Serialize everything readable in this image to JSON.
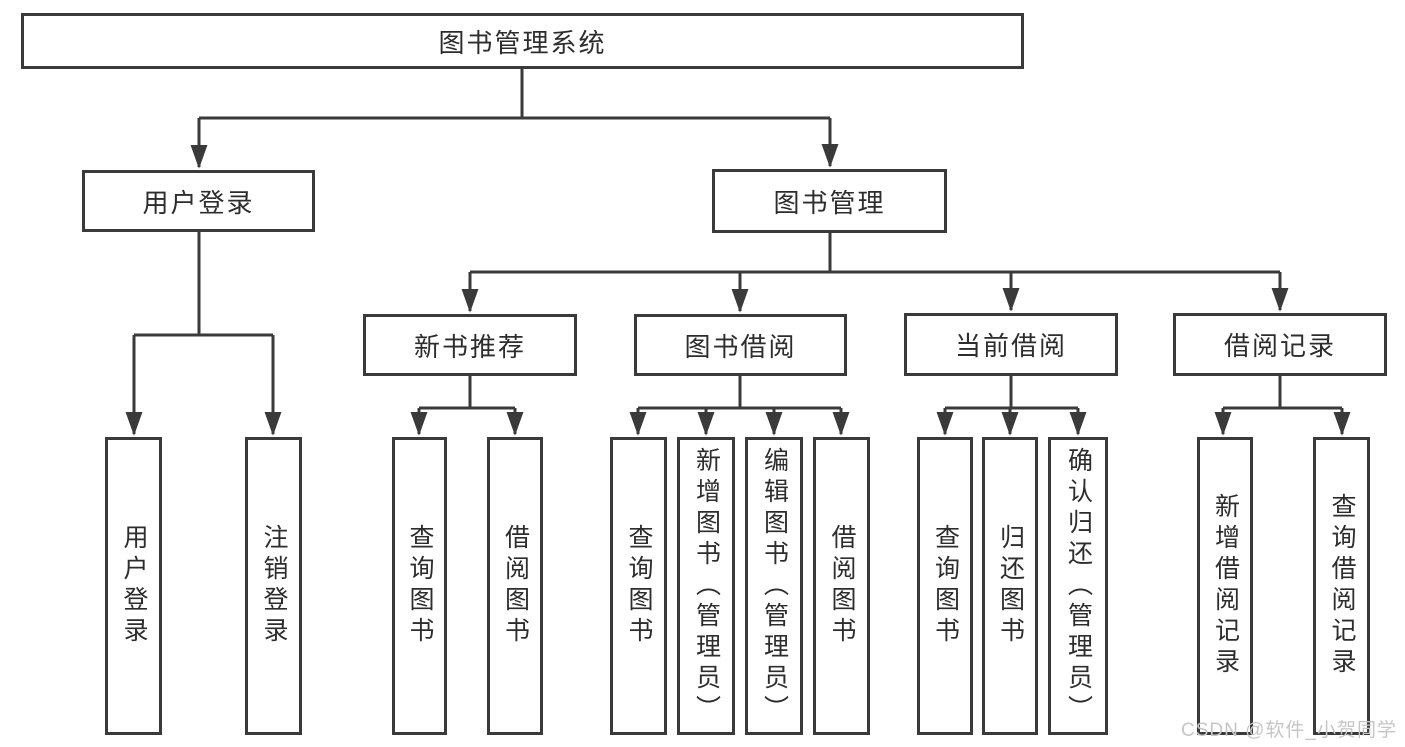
{
  "colors": {
    "line": "#3a3a3a",
    "box_border": "#3a3a3a",
    "box_fill": "#ffffff",
    "text": "#2d2d2d",
    "background": "#ffffff",
    "watermark": "#c6c6c6"
  },
  "watermark": {
    "text": "CSDN @软件_小贺同学"
  },
  "tree": {
    "root": {
      "label": "图书管理系统"
    },
    "login": {
      "label": "用户登录",
      "children": [
        {
          "label": "用户登录"
        },
        {
          "label": "注销登录"
        }
      ]
    },
    "management": {
      "label": "图书管理",
      "children": [
        {
          "label": "新书推荐",
          "children": [
            {
              "label": "查询图书"
            },
            {
              "label": "借阅图书"
            }
          ]
        },
        {
          "label": "图书借阅",
          "children": [
            {
              "label": "查询图书"
            },
            {
              "label": "新增图书（管理员）"
            },
            {
              "label": "编辑图书（管理员）"
            },
            {
              "label": "借阅图书"
            }
          ]
        },
        {
          "label": "当前借阅",
          "children": [
            {
              "label": "查询图书"
            },
            {
              "label": "归还图书"
            },
            {
              "label": "确认归还（管理员）"
            }
          ]
        },
        {
          "label": "借阅记录",
          "children": [
            {
              "label": "新增借阅记录"
            },
            {
              "label": "查询借阅记录"
            }
          ]
        }
      ]
    }
  }
}
